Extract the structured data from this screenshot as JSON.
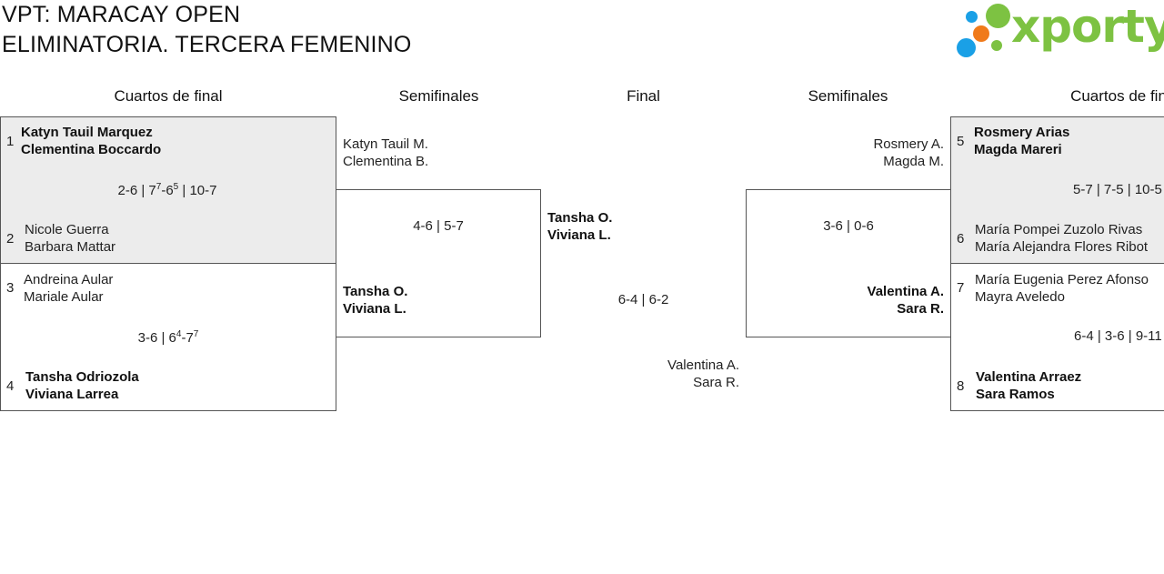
{
  "header": {
    "title_line1": "VPT: MARACAY OPEN",
    "title_line2": "ELIMINATORIA. TERCERA FEMENINO",
    "logo_text": "xporty"
  },
  "rounds": {
    "left_quarters": "Cuartos de final",
    "left_semis": "Semifinales",
    "final": "Final",
    "right_semis": "Semifinales",
    "right_quarters": "Cuartos de fin"
  },
  "left_qf": {
    "m1": {
      "seed_a": "1",
      "a1": "Katyn Tauil Marquez",
      "a2": "Clementina Boccardo",
      "seed_b": "2",
      "b1": "Nicole Guerra",
      "b2": "Barbara Mattar",
      "s1": "2-6 | 7",
      "s1sup": "7",
      "s2": "-6",
      "s2sup": "5",
      "s3": " | 10-7"
    },
    "m2": {
      "seed_a": "3",
      "a1": "Andreina Aular",
      "a2": "Mariale Aular",
      "seed_b": "4",
      "b1": "Tansha Odriozola",
      "b2": "Viviana Larrea",
      "s1": "3-6 | 6",
      "s1sup": "4",
      "s2": "-7",
      "s2sup": "7"
    }
  },
  "left_sf": {
    "a1": "Katyn Tauil M.",
    "a2": "Clementina B.",
    "score": "4-6 | 5-7",
    "b1": "Tansha O.",
    "b2": "Viviana L."
  },
  "final": {
    "a1": "Tansha O.",
    "a2": "Viviana L.",
    "score": "6-4 | 6-2",
    "b1": "Valentina A.",
    "b2": "Sara R."
  },
  "right_sf": {
    "a1": "Rosmery A.",
    "a2": "Magda M.",
    "score": "3-6 | 0-6",
    "b1": "Valentina A.",
    "b2": "Sara R."
  },
  "right_qf": {
    "m1": {
      "seed_a": "5",
      "a1": "Rosmery Arias",
      "a2": "Magda Mareri",
      "score": "5-7 | 7-5 | 10-5",
      "seed_b": "6",
      "b1": "María Pompei Zuzolo Rivas",
      "b2": "María Alejandra Flores Ribot"
    },
    "m2": {
      "seed_a": "7",
      "a1": "María Eugenia Perez Afonso",
      "a2": "Mayra Aveledo",
      "score": "6-4 | 3-6 | 9-11",
      "seed_b": "8",
      "b1": "Valentina Arraez",
      "b2": "Sara Ramos"
    }
  },
  "colors": {
    "logo_green": "#7dc242",
    "logo_blue": "#1aa0e6",
    "logo_orange": "#f07a1a",
    "shade": "#ececec"
  }
}
